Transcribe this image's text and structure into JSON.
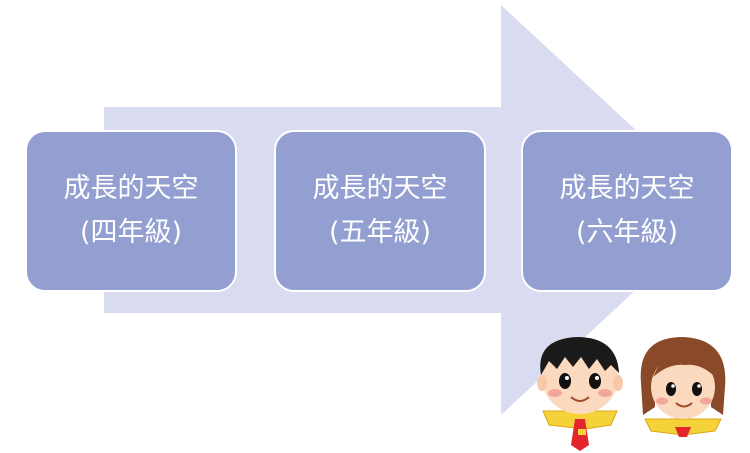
{
  "colors": {
    "arrow": "#d9dcf0",
    "box": "#939fd0",
    "box_text": "#ffffff"
  },
  "steps": [
    {
      "line1": "成長的天空",
      "line2": "(四年級)"
    },
    {
      "line1": "成長的天空",
      "line2": "(五年級)"
    },
    {
      "line1": "成長的天空",
      "line2": "(六年級)"
    }
  ],
  "illustration": {
    "icons": [
      "boy-cartoon-icon",
      "girl-cartoon-icon"
    ]
  }
}
